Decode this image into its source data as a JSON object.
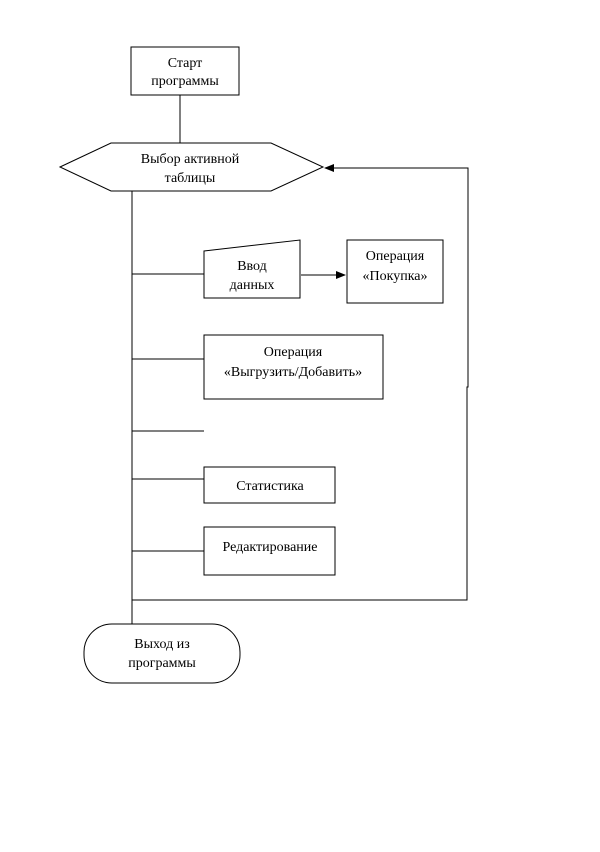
{
  "diagram": {
    "nodes": {
      "start": {
        "line1": "Старт",
        "line2": "программы"
      },
      "select": {
        "line1": "Выбор активной",
        "line2": "таблицы"
      },
      "input": {
        "line1": "Ввод",
        "line2": "данных"
      },
      "buy": {
        "line1": "Операция",
        "line2": "«Покупка»"
      },
      "unload": {
        "line1": "Операция",
        "line2": "«Выгрузить/Добавить»"
      },
      "stats": {
        "line1": "Статистика"
      },
      "edit": {
        "line1": "Редактирование"
      },
      "exit": {
        "line1": "Выход из",
        "line2": "программы"
      }
    }
  }
}
